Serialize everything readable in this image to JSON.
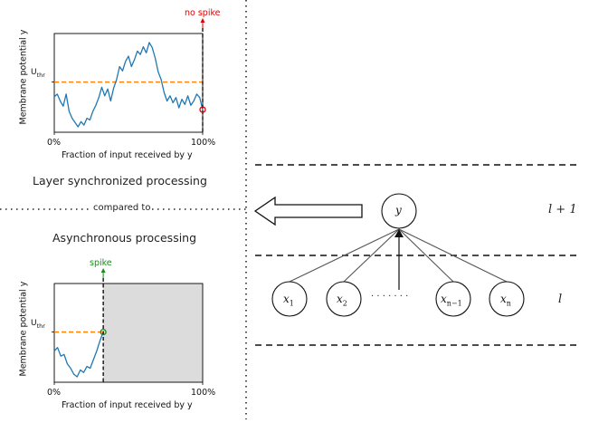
{
  "top_plot": {
    "annotation": "no spike",
    "threshold_label": "U",
    "threshold_sub": "thr",
    "ylabel": "Membrane potential y",
    "xlabel": "Fraction of input received by y",
    "x_tick_start": "0%",
    "x_tick_end": "100%",
    "cut_fraction": 1.0,
    "colors": {
      "trace": "#1f77b4",
      "threshold": "#ff7f0e",
      "marker": "#e00000"
    }
  },
  "bottom_plot": {
    "annotation": "spike",
    "threshold_label": "U",
    "threshold_sub": "thr",
    "ylabel": "Membrane potential y",
    "xlabel": "Fraction of input received by y",
    "x_tick_start": "0%",
    "x_tick_end": "100%",
    "cut_fraction": 0.33,
    "colors": {
      "trace": "#1f77b4",
      "threshold": "#ff7f0e",
      "marker": "#1a8a1a",
      "shade": "#dcdcdc"
    }
  },
  "titles": {
    "sync": "Layer synchronized processing",
    "async": "Asynchronous processing",
    "compared": "compared to"
  },
  "network": {
    "output_node": "y",
    "input_nodes": [
      {
        "base": "x",
        "sub": "1"
      },
      {
        "base": "x",
        "sub": "2"
      },
      {
        "base": "x",
        "sub": "n−1"
      },
      {
        "base": "x",
        "sub": "n"
      }
    ],
    "ellipsis": "· · · · · · ·",
    "layer_upper": "l + 1",
    "layer_lower": "l"
  },
  "chart_data": [
    {
      "type": "line",
      "xlabel": "Fraction of input received by y",
      "ylabel": "Membrane potential y",
      "x_ticks": [
        "0%",
        "100%"
      ],
      "series": [
        {
          "name": "Membrane potential",
          "values": [
            0.35,
            0.38,
            0.3,
            0.24,
            0.38,
            0.18,
            0.1,
            0.05,
            0.0,
            0.06,
            0.02,
            0.1,
            0.08,
            0.18,
            0.25,
            0.34,
            0.46,
            0.36,
            0.44,
            0.3,
            0.45,
            0.55,
            0.7,
            0.65,
            0.76,
            0.82,
            0.7,
            0.78,
            0.88,
            0.84,
            0.93,
            0.86,
            0.98,
            0.92,
            0.8,
            0.64,
            0.55,
            0.4,
            0.3,
            0.36,
            0.28,
            0.34,
            0.22,
            0.32,
            0.26,
            0.36,
            0.25,
            0.3,
            0.38,
            0.34,
            0.2
          ]
        }
      ],
      "threshold": 0.52,
      "event": "no spike"
    },
    {
      "type": "line",
      "xlabel": "Fraction of input received by y",
      "ylabel": "Membrane potential y",
      "x_ticks": [
        "0%",
        "100%"
      ],
      "series": [
        {
          "name": "Membrane potential",
          "values": [
            0.3,
            0.34,
            0.24,
            0.26,
            0.15,
            0.1,
            0.03,
            0.0,
            0.08,
            0.05,
            0.12,
            0.1,
            0.2,
            0.3,
            0.42,
            0.52
          ]
        }
      ],
      "threshold": 0.52,
      "event": "spike"
    }
  ]
}
